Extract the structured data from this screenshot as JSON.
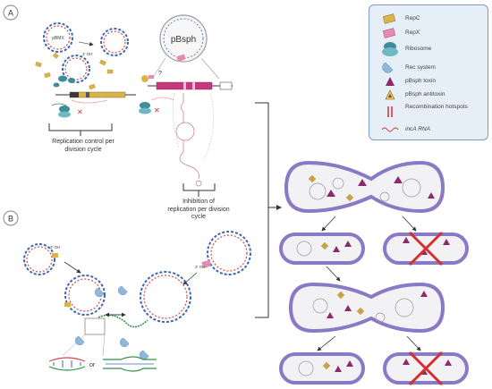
{
  "panels": {
    "a_label": "A",
    "b_label": "B"
  },
  "plasmids": {
    "pbsph_title": "pBsph",
    "pbmx_label": "pBMX"
  },
  "captions": {
    "replication_control": "Replication control per division cycle",
    "inhibition_line1": "Inhibition of",
    "inhibition_line2": "replication per division",
    "inhibition_line3": "cycle",
    "or_text": "or",
    "oh_label_top": "3' OH",
    "oh_label_left": "3' OH",
    "oh_label_right": "3' OH",
    "question_mark": "?"
  },
  "legend": {
    "items": [
      {
        "label": "RepC",
        "icon": "repc-icon"
      },
      {
        "label": "RepX",
        "icon": "repx-icon"
      },
      {
        "label": "Ribosome",
        "icon": "ribosome-icon"
      },
      {
        "label": "Rec system",
        "icon": "rec-system-icon"
      },
      {
        "label": "pBsph toxin",
        "icon": "toxin-icon"
      },
      {
        "label": "pBsph antitoxin",
        "icon": "antitoxin-icon"
      },
      {
        "label": "Recombination hotspots",
        "icon": "hotspot-icon"
      },
      {
        "label": "incA RNA",
        "icon": "inca-rna-icon"
      }
    ]
  },
  "colors": {
    "cell_membrane": "#8a79c4",
    "cell_fill": "#f2f2f4",
    "repc": "#d9b44a",
    "repx": "#e58ab0",
    "ribosome": "#3f8d9a",
    "rec_system": "#8fb7d9",
    "toxin": "#8a2a6a",
    "hotspot": "#d32f2f",
    "legend_bg": "#e6eef8",
    "legend_border": "#7e9dc6",
    "dna_red": "#d04a4a",
    "dna_blue": "#3b66b5",
    "dna_green": "#2f8f4a"
  }
}
